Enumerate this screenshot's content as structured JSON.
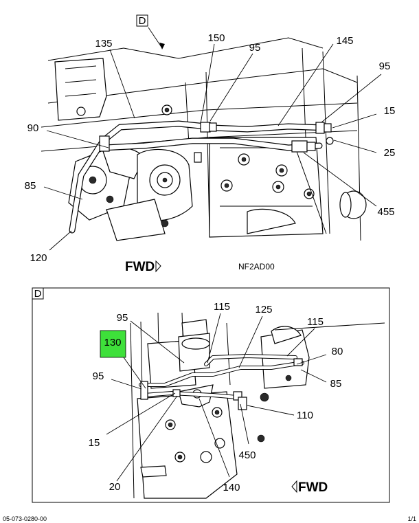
{
  "top_view": {
    "view_marker": "D",
    "callouts": {
      "c135": "135",
      "c150": "150",
      "c95a": "95",
      "c145": "145",
      "c95b": "95",
      "c15": "15",
      "c25": "25",
      "c90": "90",
      "c85": "85",
      "c120": "120",
      "c455": "455"
    },
    "fwd_label": "FWD",
    "drawing_code": "NF2AD00"
  },
  "detail_view": {
    "view_marker": "D",
    "highlighted_callout": "130",
    "highlight_color": "#3ee03a",
    "callouts": {
      "c95a": "95",
      "c115a": "115",
      "c125": "125",
      "c115b": "115",
      "c80": "80",
      "c85": "85",
      "c95b": "95",
      "c110": "110",
      "c15": "15",
      "c450": "450",
      "c20": "20",
      "c140": "140"
    },
    "fwd_label": "FWD"
  },
  "footer": {
    "left_text": "05-073-0280-00",
    "right_text": "1/1"
  }
}
